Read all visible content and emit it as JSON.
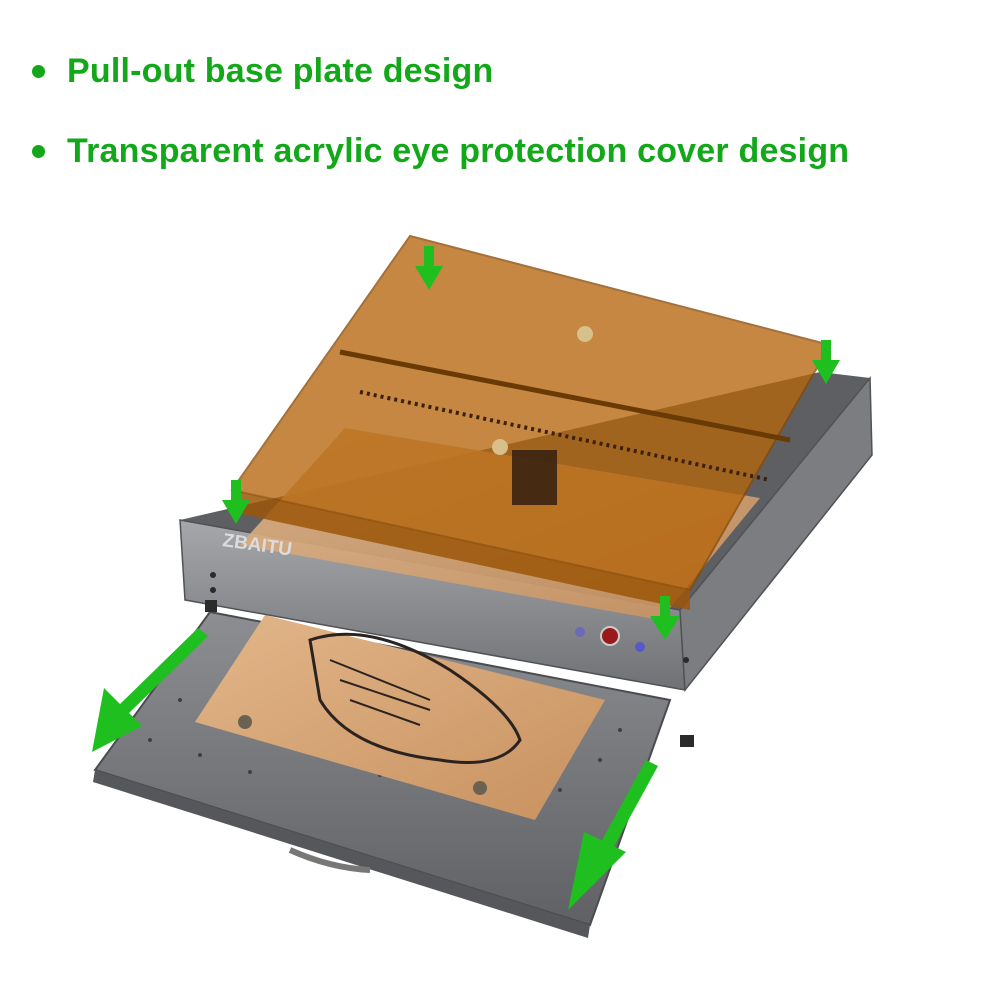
{
  "features": [
    {
      "label": "Pull-out base plate design"
    },
    {
      "label": "Transparent acrylic eye protection cover design"
    }
  ],
  "product": {
    "brand": "ZBAITU"
  },
  "colors": {
    "accent": "#12a81a",
    "cover": "#b5660c",
    "frame": "#8a8c90",
    "wood": "#d9a877"
  }
}
